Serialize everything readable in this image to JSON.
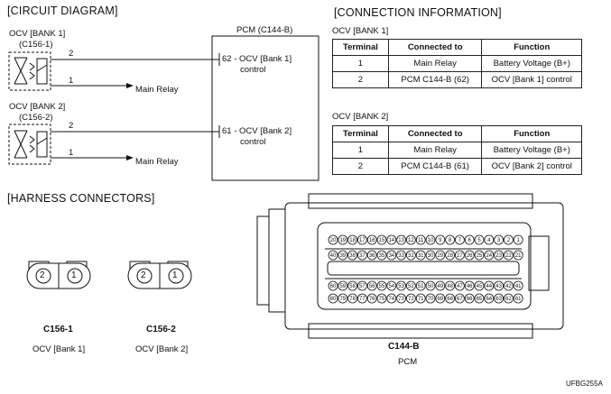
{
  "sections": {
    "circuit": "[CIRCUIT DIAGRAM]",
    "connection": "[CONNECTION INFORMATION]",
    "harness": "[HARNESS CONNECTORS]"
  },
  "circuit": {
    "bank1": {
      "name": "OCV [BANK 1]",
      "conn": "(C156-1)",
      "pin_top": "2",
      "pin_bot": "1",
      "relay": "Main Relay"
    },
    "bank2": {
      "name": "OCV [BANK 2]",
      "conn": "(C156-2)",
      "pin_top": "2",
      "pin_bot": "1",
      "relay": "Main Relay"
    },
    "pcm": {
      "title": "PCM (C144-B)",
      "pin1_line1": "62 - OCV [Bank 1]",
      "pin1_line2": "control",
      "pin2_line1": "61 - OCV [Bank 2]",
      "pin2_line2": "control"
    }
  },
  "tables": {
    "bank1": {
      "title": "OCV [BANK 1]",
      "headers": [
        "Terminal",
        "Connected to",
        "Function"
      ],
      "rows": [
        [
          "1",
          "Main Relay",
          "Battery Voltage (B+)"
        ],
        [
          "2",
          "PCM C144-B (62)",
          "OCV [Bank 1] control"
        ]
      ]
    },
    "bank2": {
      "title": "OCV [BANK 2]",
      "headers": [
        "Terminal",
        "Connected to",
        "Function"
      ],
      "rows": [
        [
          "1",
          "Main Relay",
          "Battery Voltage (B+)"
        ],
        [
          "2",
          "PCM C144-B (61)",
          "OCV [Bank 2] control"
        ]
      ]
    }
  },
  "harness": {
    "c156_1": {
      "id": "C156-1",
      "desc": "OCV [Bank 1]",
      "pins": [
        "2",
        "1"
      ]
    },
    "c156_2": {
      "id": "C156-2",
      "desc": "OCV [Bank 2]",
      "pins": [
        "2",
        "1"
      ]
    },
    "c144b": {
      "id": "C144-B",
      "desc": "PCM",
      "rows": [
        [
          "20",
          "19",
          "18",
          "17",
          "16",
          "15",
          "14",
          "13",
          "12",
          "11",
          "10",
          "9",
          "8",
          "7",
          "6",
          "5",
          "4",
          "3",
          "2",
          "1"
        ],
        [
          "40",
          "39",
          "38",
          "37",
          "36",
          "35",
          "34",
          "33",
          "32",
          "31",
          "30",
          "29",
          "28",
          "27",
          "26",
          "25",
          "24",
          "23",
          "22",
          "21"
        ],
        [
          "60",
          "59",
          "58",
          "57",
          "56",
          "55",
          "54",
          "53",
          "52",
          "51",
          "50",
          "49",
          "48",
          "47",
          "46",
          "45",
          "44",
          "43",
          "42",
          "41"
        ],
        [
          "80",
          "79",
          "78",
          "77",
          "76",
          "75",
          "74",
          "73",
          "72",
          "71",
          "70",
          "69",
          "68",
          "67",
          "66",
          "65",
          "64",
          "63",
          "62",
          "61"
        ]
      ]
    }
  },
  "code": "UFBG255A",
  "colors": {
    "line": "#111111",
    "background": "#ffffff"
  }
}
